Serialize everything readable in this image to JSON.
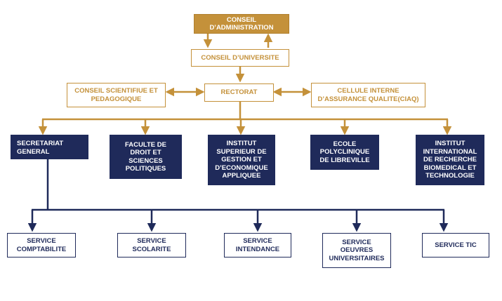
{
  "colors": {
    "gold": "#c4913a",
    "navy": "#1f2a5a"
  },
  "nodes": {
    "conseil_administration": "CONSEIL\nD’ADMINISTRATION",
    "conseil_universite": "CONSEIL D’UNIVERSITE",
    "rectorat": "RECTORAT",
    "conseil_scientifique": "CONSEIL SCIENTIFIUE ET\nPEDAGOGIQUE",
    "cellule_interne": "CELLULE INTERNE\nD’ASSURANCE QUALITE(CIAQ)",
    "secretariat_general": "SECRETARIAT\nGENERAL",
    "faculte_droit": "FACULTE DE\nDROIT ET\nSCIENCES\nPOLITIQUES",
    "institut_superieur": "INSTITUT\nSUPERIEUR DE\nGESTION ET\nD’ECONOMIQUE\nAPPLIQUEE",
    "ecole_polyclinique": "ECOLE\nPOLYCLINIQUE\nDE LIBREVILLE",
    "institut_international": "INSTITUT\nINTERNATIONAL\nDE RECHERCHE\nBIOMEDICAL ET\nTECHNOLOGIE",
    "service_comptabilite": "SERVICE\nCOMPTABILITE",
    "service_scolarite": "SERVICE\nSCOLARITE",
    "service_intendance": "SERVICE\nINTENDANCE",
    "service_oeuvres": "SERVICE\nOEUVRES\nUNIVERSITAIRES",
    "service_tic": "SERVICE TIC"
  }
}
